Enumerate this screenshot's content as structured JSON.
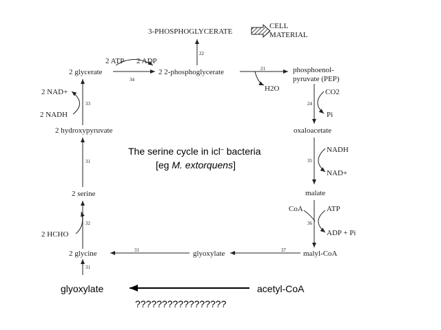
{
  "title": {
    "line1_a": "The serine cycle in icl",
    "line1_sup": "–",
    "line1_b": " bacteria",
    "line2_a": "[eg ",
    "line2_italic": "M. extorquens",
    "line2_b": "]"
  },
  "metabolites": {
    "pg3": "3-PHOSPHOGLYCERATE",
    "cell_1": "CELL",
    "cell_2": "MATERIAL",
    "glycerate": "2 glycerate",
    "pg2": "2 2-phosphoglycerate",
    "pep_1": "phosphoenol-",
    "pep_2": "pyruvate (PEP)",
    "nad": "2 NAD+",
    "nadh": "2 NADH",
    "hydroxypyruvate": "2 hydroxypyruvate",
    "oxaloacetate": "oxaloacetate",
    "malate": "malate",
    "serine": "2 serine",
    "hcho": "2 HCHO",
    "glycine": "2 glycine",
    "glyoxylate": "glyoxylate",
    "malyl_coa": "malyl-CoA"
  },
  "cofactors": {
    "atp": "2 ATP",
    "adp": "2 ADP",
    "h2o": "H2O",
    "co2": "CO2",
    "pi": "Pi",
    "nadh_r": "NADH",
    "nad_r": "NAD+",
    "coa": "CoA",
    "atp_r": "ATP",
    "adp_pi": "ADP + Pi"
  },
  "enzymes": {
    "e22": "22",
    "e34": "34",
    "e21": "21",
    "e33": "33",
    "e24": "24",
    "e31a": "31",
    "e35": "35",
    "e36": "36",
    "e32": "32",
    "e31b": "31",
    "e37": "37",
    "e31c": "31"
  },
  "bottom": {
    "glyoxylate": "glyoxylate",
    "acetyl_coa": "acetyl-CoA",
    "question": "?????????????????"
  }
}
